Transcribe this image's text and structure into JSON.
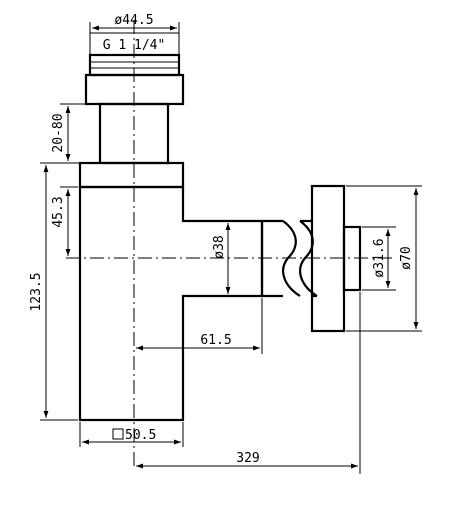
{
  "dimensions": {
    "thread_od": "ø44.5",
    "thread": "G 1 1/4\"",
    "adjust_range": "20-80",
    "outlet_height": "45.3",
    "body_height": "123.5",
    "outlet_dia": "ø38",
    "outlet_length": "61.5",
    "body_square": "50.5",
    "wall_tube_dia": "ø31.6",
    "flange_dia": "ø70",
    "total_depth": "329"
  },
  "colors": {
    "line": "#000000",
    "background": "#ffffff"
  }
}
